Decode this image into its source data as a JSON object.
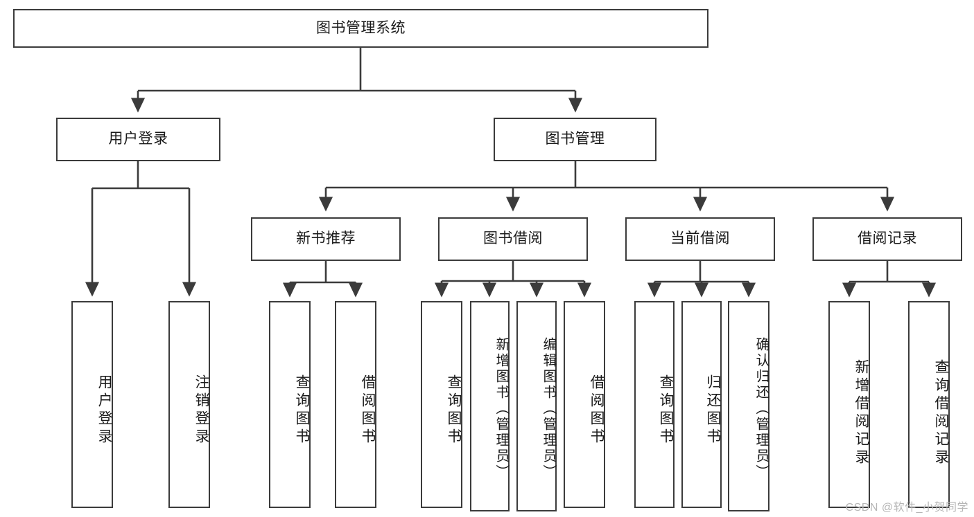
{
  "diagram": {
    "title": "图书管理系统",
    "type": "tree-hierarchy-diagram",
    "watermark": "CSDN @软件_小贺同学",
    "colors": {
      "stroke": "#3b3b3b",
      "fill": "#ffffff",
      "text": "#1a1a1a",
      "watermark": "#b6b6b6"
    },
    "nodes": {
      "root": {
        "label": "图书管理系统"
      },
      "level1": [
        {
          "id": "user-login",
          "label": "用户登录"
        },
        {
          "id": "book-manage",
          "label": "图书管理"
        }
      ],
      "level2": [
        {
          "id": "new-book-recommend",
          "label": "新书推荐"
        },
        {
          "id": "book-borrow",
          "label": "图书借阅"
        },
        {
          "id": "current-borrow",
          "label": "当前借阅"
        },
        {
          "id": "borrow-record",
          "label": "借阅记录"
        }
      ],
      "leaves": {
        "user_login": [
          {
            "id": "leaf-user-login",
            "label": "用户登录"
          },
          {
            "id": "leaf-logout-login",
            "label": "注销登录"
          }
        ],
        "new_book_recommend": [
          {
            "id": "leaf-query-book-1",
            "label": "查询图书"
          },
          {
            "id": "leaf-borrow-book-1",
            "label": "借阅图书"
          }
        ],
        "book_borrow": [
          {
            "id": "leaf-query-book-2",
            "label": "查询图书"
          },
          {
            "id": "leaf-add-book-admin",
            "label": "新增图书（管理员）"
          },
          {
            "id": "leaf-edit-book-admin",
            "label": "编辑图书（管理员）"
          },
          {
            "id": "leaf-borrow-book-2",
            "label": "借阅图书"
          }
        ],
        "current_borrow": [
          {
            "id": "leaf-query-book-3",
            "label": "查询图书"
          },
          {
            "id": "leaf-return-book",
            "label": "归还图书"
          },
          {
            "id": "leaf-confirm-return-admin",
            "label": "确认归还（管理员）"
          }
        ],
        "borrow_record": [
          {
            "id": "leaf-add-borrow-record",
            "label": "新增借阅记录"
          },
          {
            "id": "leaf-query-borrow-record",
            "label": "查询借阅记录"
          }
        ]
      }
    }
  }
}
